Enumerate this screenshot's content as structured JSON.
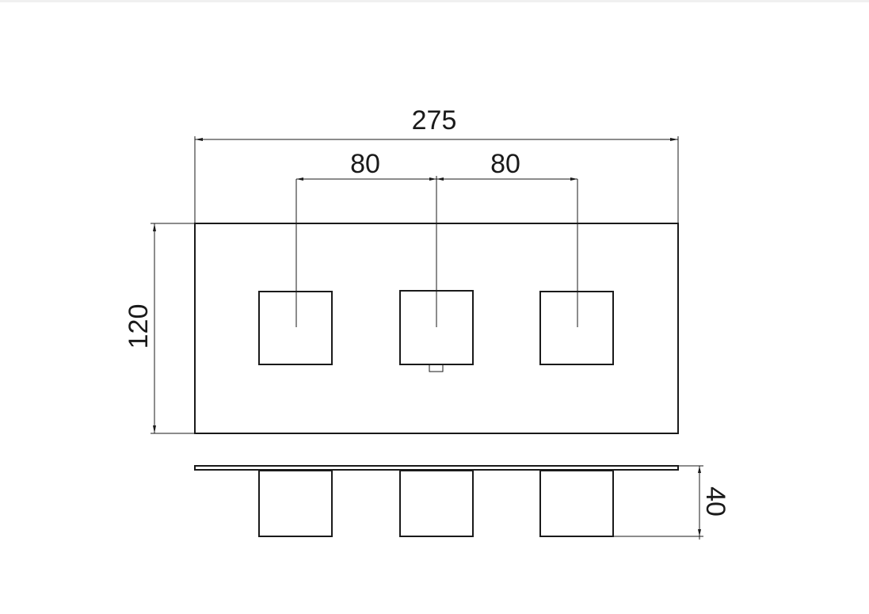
{
  "drawing": {
    "colors": {
      "line": "#1a1a1a",
      "background": "#ffffff"
    },
    "dimensions": {
      "overall_width": "275",
      "spacing_left": "80",
      "spacing_right": "80",
      "height": "120",
      "depth": "40"
    }
  }
}
